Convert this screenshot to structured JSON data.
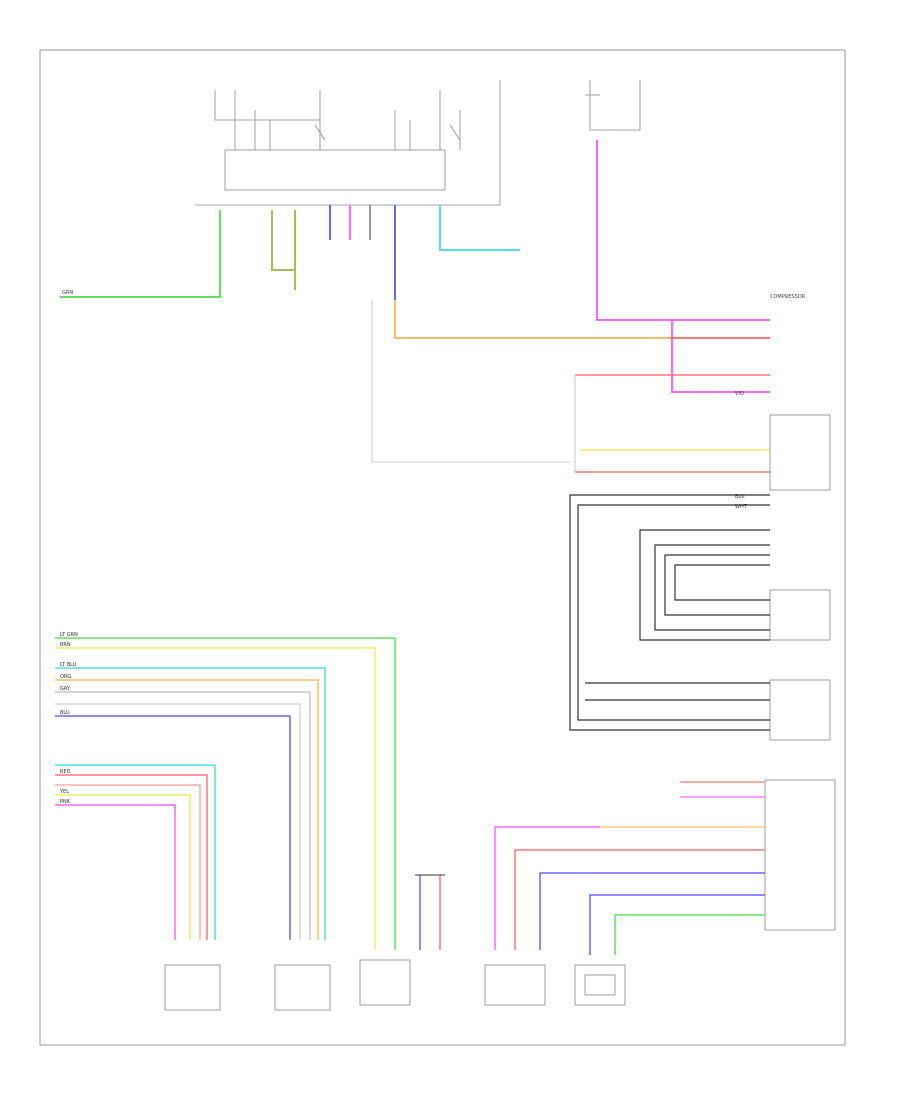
{
  "diagram": {
    "labels": {
      "compressor": "COMPRESSOR",
      "grn": "GRN",
      "gry": "GRY",
      "blk": "BLK",
      "wht": "WHT",
      "ltblu": "LT BLU",
      "red": "RED",
      "yel": "YEL",
      "pnk": "PNK",
      "org": "ORG",
      "blu": "BLU",
      "vio": "VIO",
      "ltgrn": "LT GRN",
      "brn": "BRN"
    },
    "colors": {
      "green": "#66dd66",
      "pink": "#ff66ff",
      "red": "#ff7777",
      "cyan": "#55dddd",
      "blue": "#6666ff",
      "yellow": "#eeee66",
      "orange": "#ffbb66",
      "black": "#333333",
      "gray": "#bbbbbb",
      "olive": "#aabb55",
      "violet": "#aa66dd",
      "ltgreen": "#88ee88"
    }
  }
}
